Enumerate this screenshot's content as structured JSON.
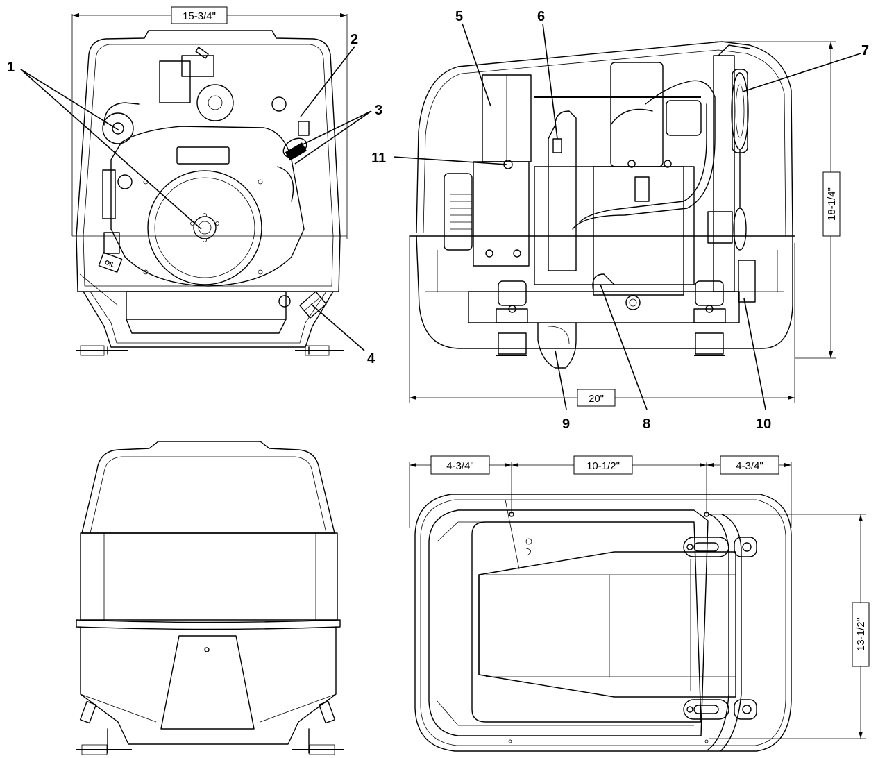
{
  "callouts": [
    {
      "id": "1",
      "label": "1"
    },
    {
      "id": "2",
      "label": "2"
    },
    {
      "id": "3",
      "label": "3"
    },
    {
      "id": "4",
      "label": "4"
    },
    {
      "id": "5",
      "label": "5"
    },
    {
      "id": "6",
      "label": "6"
    },
    {
      "id": "7",
      "label": "7"
    },
    {
      "id": "8",
      "label": "8"
    },
    {
      "id": "9",
      "label": "9"
    },
    {
      "id": "10",
      "label": "10"
    },
    {
      "id": "11",
      "label": "11"
    }
  ],
  "dimensions": {
    "front_width": "15-3/4\"",
    "side_width": "20\"",
    "side_height": "18-1/4\"",
    "top_left": "4-3/4\"",
    "top_center": "10-1/2\"",
    "top_right": "4-3/4\"",
    "top_depth": "13-1/2\""
  },
  "decal_text": "OIL"
}
